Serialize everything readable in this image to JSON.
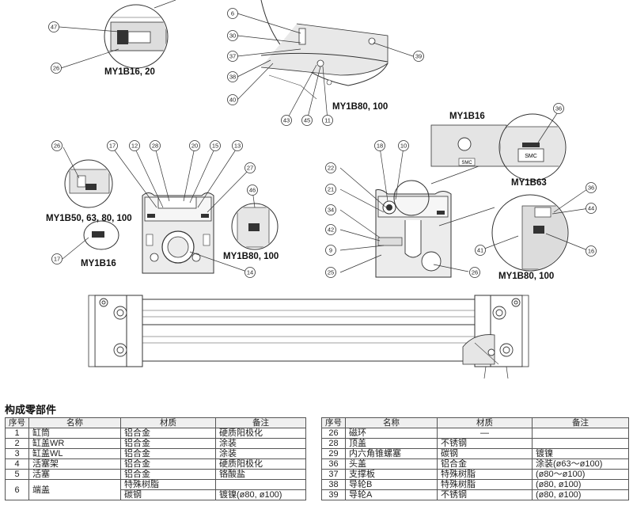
{
  "labels": {
    "cap_16_20": "MY1B16, 20",
    "cap_80_100_a": "MY1B80, 100",
    "cap_16_b": "MY1B16",
    "cap_63": "MY1B63",
    "cap_50_100": "MY1B50, 63, 80, 100",
    "cap_16_c": "MY1B16",
    "cap_80_100_b": "MY1B80, 100",
    "cap_80_100_c": "MY1B80, 100",
    "smc_mark": "SMC"
  },
  "callouts": [
    "47",
    "26",
    "6",
    "30",
    "37",
    "38",
    "40",
    "43",
    "45",
    "11",
    "39",
    "17",
    "12",
    "28",
    "20",
    "15",
    "13",
    "27",
    "46",
    "14",
    "18",
    "10",
    "22",
    "21",
    "34",
    "42",
    "9",
    "25",
    "36",
    "44",
    "16",
    "41"
  ],
  "table": {
    "title": "构成零部件",
    "headers": [
      "序号",
      "名称",
      "材质",
      "备注"
    ],
    "left_rows": [
      {
        "no": "1",
        "name": "缸筒",
        "material": "铝合金",
        "note": "硬质阳极化"
      },
      {
        "no": "2",
        "name": "缸盖WR",
        "material": "铝合金",
        "note": "涂装"
      },
      {
        "no": "3",
        "name": "缸盖WL",
        "material": "铝合金",
        "note": "涂装"
      },
      {
        "no": "4",
        "name": "活塞架",
        "material": "铝合金",
        "note": "硬质阳极化"
      },
      {
        "no": "5",
        "name": "活塞",
        "material": "铝合金",
        "note": "铬酸盐"
      },
      {
        "no": "6",
        "name": "端盖",
        "material": "特殊树脂",
        "note": ""
      },
      {
        "no": "",
        "name": "",
        "material": "碳钢",
        "note": "镀镍(ø80, ø100)"
      }
    ],
    "right_rows": [
      {
        "no": "26",
        "name": "磁环",
        "material": "—",
        "note": ""
      },
      {
        "no": "28",
        "name": "顶盖",
        "material": "不锈钢",
        "note": ""
      },
      {
        "no": "29",
        "name": "内六角锥螺塞",
        "material": "碳钢",
        "note": "镀镍"
      },
      {
        "no": "36",
        "name": "头盖",
        "material": "铝合金",
        "note": "涂装(ø63～ø100)"
      },
      {
        "no": "37",
        "name": "支撑板",
        "material": "特殊树脂",
        "note": "(ø80～ø100)"
      },
      {
        "no": "38",
        "name": "导轮B",
        "material": "特殊树脂",
        "note": "(ø80, ø100)"
      },
      {
        "no": "39",
        "name": "导轮A",
        "material": "不锈钢",
        "note": "(ø80, ø100)"
      }
    ]
  }
}
